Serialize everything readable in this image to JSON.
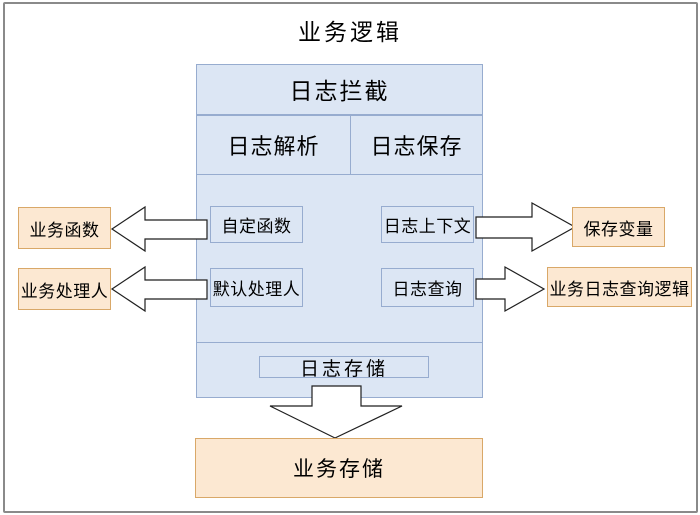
{
  "diagram": {
    "title": "业务逻辑",
    "container": {
      "header": "日志拦截",
      "sections": {
        "parse": "日志解析",
        "save": "日志保存"
      },
      "nodes": {
        "custom_function": "自定函数",
        "default_handler": "默认处理人",
        "log_context": "日志上下文",
        "log_query": "日志查询",
        "log_storage": "日志存储"
      }
    },
    "external": {
      "business_function": "业务函数",
      "business_handler": "业务处理人",
      "save_variable": "保存变量",
      "business_log_query_logic": "业务日志查询逻辑",
      "business_storage": "业务存储"
    },
    "colors": {
      "blue_fill": "#dce6f4",
      "blue_border": "#97accf",
      "orange_fill": "#fce8d2",
      "orange_border": "#d9a868",
      "arrow_fill": "#ffffff",
      "arrow_stroke": "#1f1f1f",
      "frame_border": "#8a8a8a"
    }
  }
}
